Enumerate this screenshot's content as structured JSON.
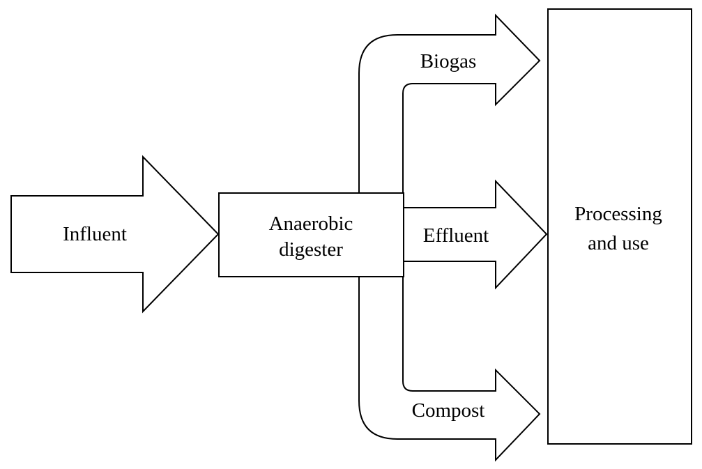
{
  "diagram": {
    "influent": "Influent",
    "digester": {
      "line1": "Anaerobic",
      "line2": "digester"
    },
    "biogas": "Biogas",
    "effluent": "Effluent",
    "compost": "Compost",
    "processing": {
      "line1": "Processing",
      "line2": "and use"
    }
  },
  "colors": {
    "stroke": "#000000",
    "fill": "#ffffff"
  }
}
